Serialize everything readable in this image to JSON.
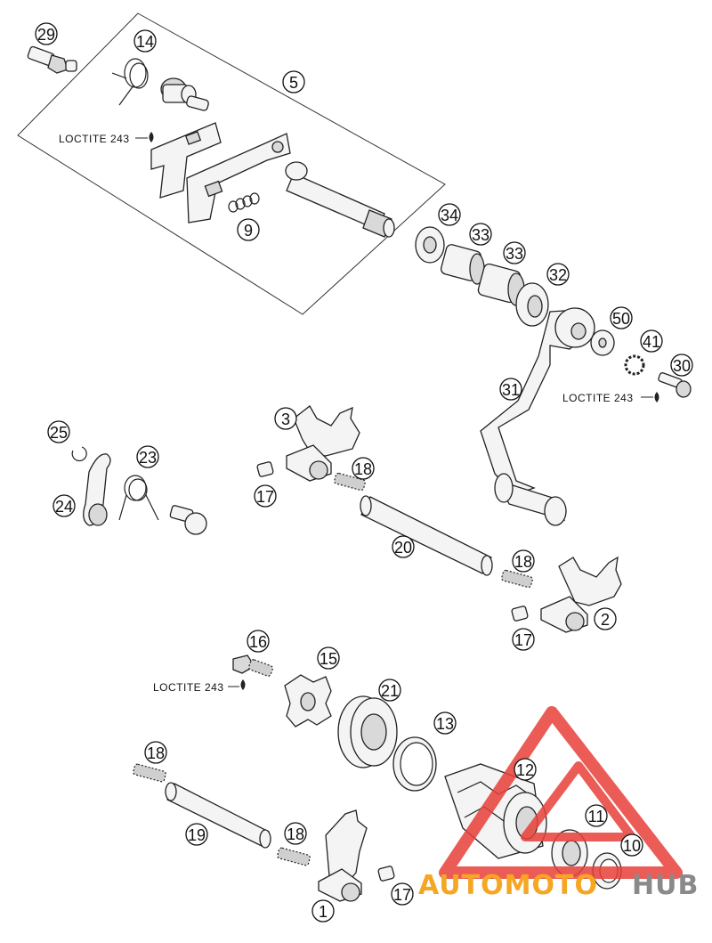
{
  "callouts": [
    {
      "id": "c29",
      "label": "29"
    },
    {
      "id": "c14",
      "label": "14"
    },
    {
      "id": "c5",
      "label": "5"
    },
    {
      "id": "c9",
      "label": "9"
    },
    {
      "id": "c34",
      "label": "34"
    },
    {
      "id": "c33a",
      "label": "33"
    },
    {
      "id": "c33b",
      "label": "33"
    },
    {
      "id": "c32",
      "label": "32"
    },
    {
      "id": "c50",
      "label": "50"
    },
    {
      "id": "c41",
      "label": "41"
    },
    {
      "id": "c30",
      "label": "30"
    },
    {
      "id": "c31",
      "label": "31"
    },
    {
      "id": "c3",
      "label": "3"
    },
    {
      "id": "c25",
      "label": "25"
    },
    {
      "id": "c23",
      "label": "23"
    },
    {
      "id": "c24",
      "label": "24"
    },
    {
      "id": "c18a",
      "label": "18"
    },
    {
      "id": "c17a",
      "label": "17"
    },
    {
      "id": "c20",
      "label": "20"
    },
    {
      "id": "c18b",
      "label": "18"
    },
    {
      "id": "c2",
      "label": "2"
    },
    {
      "id": "c17b",
      "label": "17"
    },
    {
      "id": "c16",
      "label": "16"
    },
    {
      "id": "c15",
      "label": "15"
    },
    {
      "id": "c21",
      "label": "21"
    },
    {
      "id": "c13",
      "label": "13"
    },
    {
      "id": "c18c",
      "label": "18"
    },
    {
      "id": "c12",
      "label": "12"
    },
    {
      "id": "c11",
      "label": "11"
    },
    {
      "id": "c10",
      "label": "10"
    },
    {
      "id": "c19",
      "label": "19"
    },
    {
      "id": "c18d",
      "label": "18"
    },
    {
      "id": "c1",
      "label": "1"
    },
    {
      "id": "c17c",
      "label": "17"
    }
  ],
  "notes": {
    "loctite_a": "LOCTITE 243",
    "loctite_b": "LOCTITE 243",
    "loctite_c": "LOCTITE 243"
  },
  "watermark": {
    "part1": "AUTOMOTO",
    "part2": "HUB",
    "color_orange": "#f5a623",
    "color_red": "#e8403a",
    "color_gray": "#8a8a8a"
  }
}
